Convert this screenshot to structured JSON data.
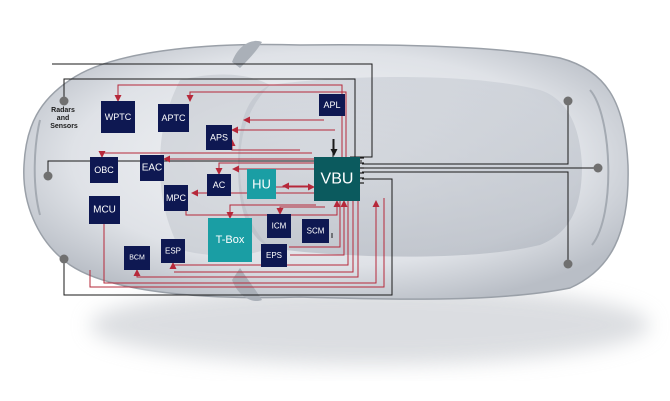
{
  "colors": {
    "node_navy": "#0e1852",
    "node_teal": "#1a9ea4",
    "node_vbu": "#0b5a5e",
    "link_red": "#b6283a",
    "link_black": "#1a1a1a",
    "sensor_gray": "#707070"
  },
  "sensors": {
    "label_line1": "Radars",
    "label_line2": "and",
    "label_line3": "Sensors"
  },
  "nodes": {
    "wptc": "WPTC",
    "aptc": "APTC",
    "apl": "APL",
    "aps": "APS",
    "obc": "OBC",
    "eac": "EAC",
    "ac": "AC",
    "hu": "HU",
    "vbu": "VBU",
    "mpc": "MPC",
    "mcu": "MCU",
    "tbox": "T-Box",
    "icm": "ICM",
    "scm": "SCM",
    "bcm": "BCM",
    "esp": "ESP",
    "eps": "EPS"
  }
}
